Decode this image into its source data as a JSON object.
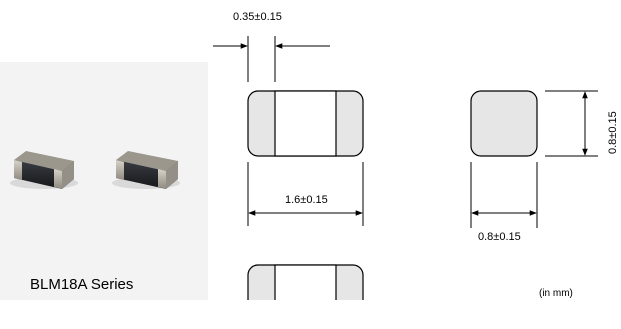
{
  "product_label": "BLM18A Series",
  "units_note": "(in mm)",
  "dimensions": {
    "electrode_width": "0.35±0.15",
    "length": "1.6±0.15",
    "width": "0.8±0.15",
    "height": "0.8±0.15"
  },
  "colors": {
    "outline": "#000000",
    "electrode_fill": "#e6e6e6",
    "body_fill": "#ffffff",
    "chip_dark": "#1f2124",
    "chip_terminal": "#b9b4a8",
    "photo_background": "#f3f3f3"
  }
}
